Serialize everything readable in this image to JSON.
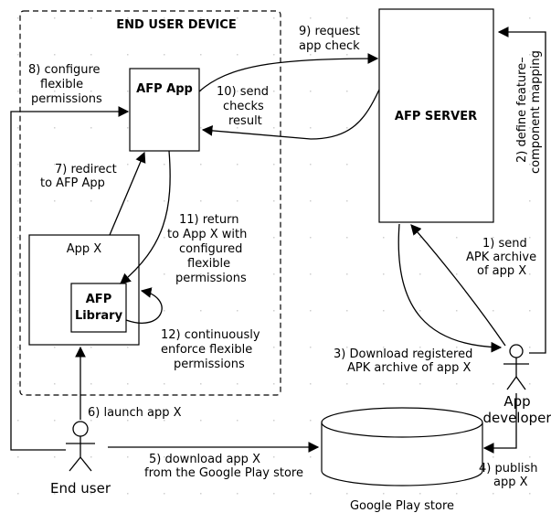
{
  "labels": {
    "device_title": "END USER DEVICE",
    "afp_app": "AFP App",
    "afp_server": "AFP SERVER",
    "app_x": "App X",
    "afp_library_line1": "AFP",
    "afp_library_line2": "Library",
    "end_user": "End user",
    "app_developer_line1": "App",
    "app_developer_line2": "developer",
    "google_play_store": "Google Play store"
  },
  "steps": {
    "s1": [
      "1) send",
      "APK archive",
      "of app X"
    ],
    "s2": [
      "2) define feature–",
      "component mapping"
    ],
    "s3": [
      "3) Download registered",
      "APK archive of app X"
    ],
    "s4": [
      "4) publish",
      "app X"
    ],
    "s5": [
      "5) download app X",
      "from the Google Play store"
    ],
    "s6": [
      "6) launch app X"
    ],
    "s7": [
      "7) redirect",
      "to AFP App"
    ],
    "s8": [
      "8) configure",
      "flexible",
      "permissions"
    ],
    "s9": [
      "9) request",
      "app check"
    ],
    "s10": [
      "10) send",
      "checks",
      "result"
    ],
    "s11": [
      "11) return",
      "to App X with",
      "configured",
      "flexible",
      "permissions"
    ],
    "s12": [
      "12) continuously",
      "enforce flexible",
      "permissions"
    ]
  }
}
